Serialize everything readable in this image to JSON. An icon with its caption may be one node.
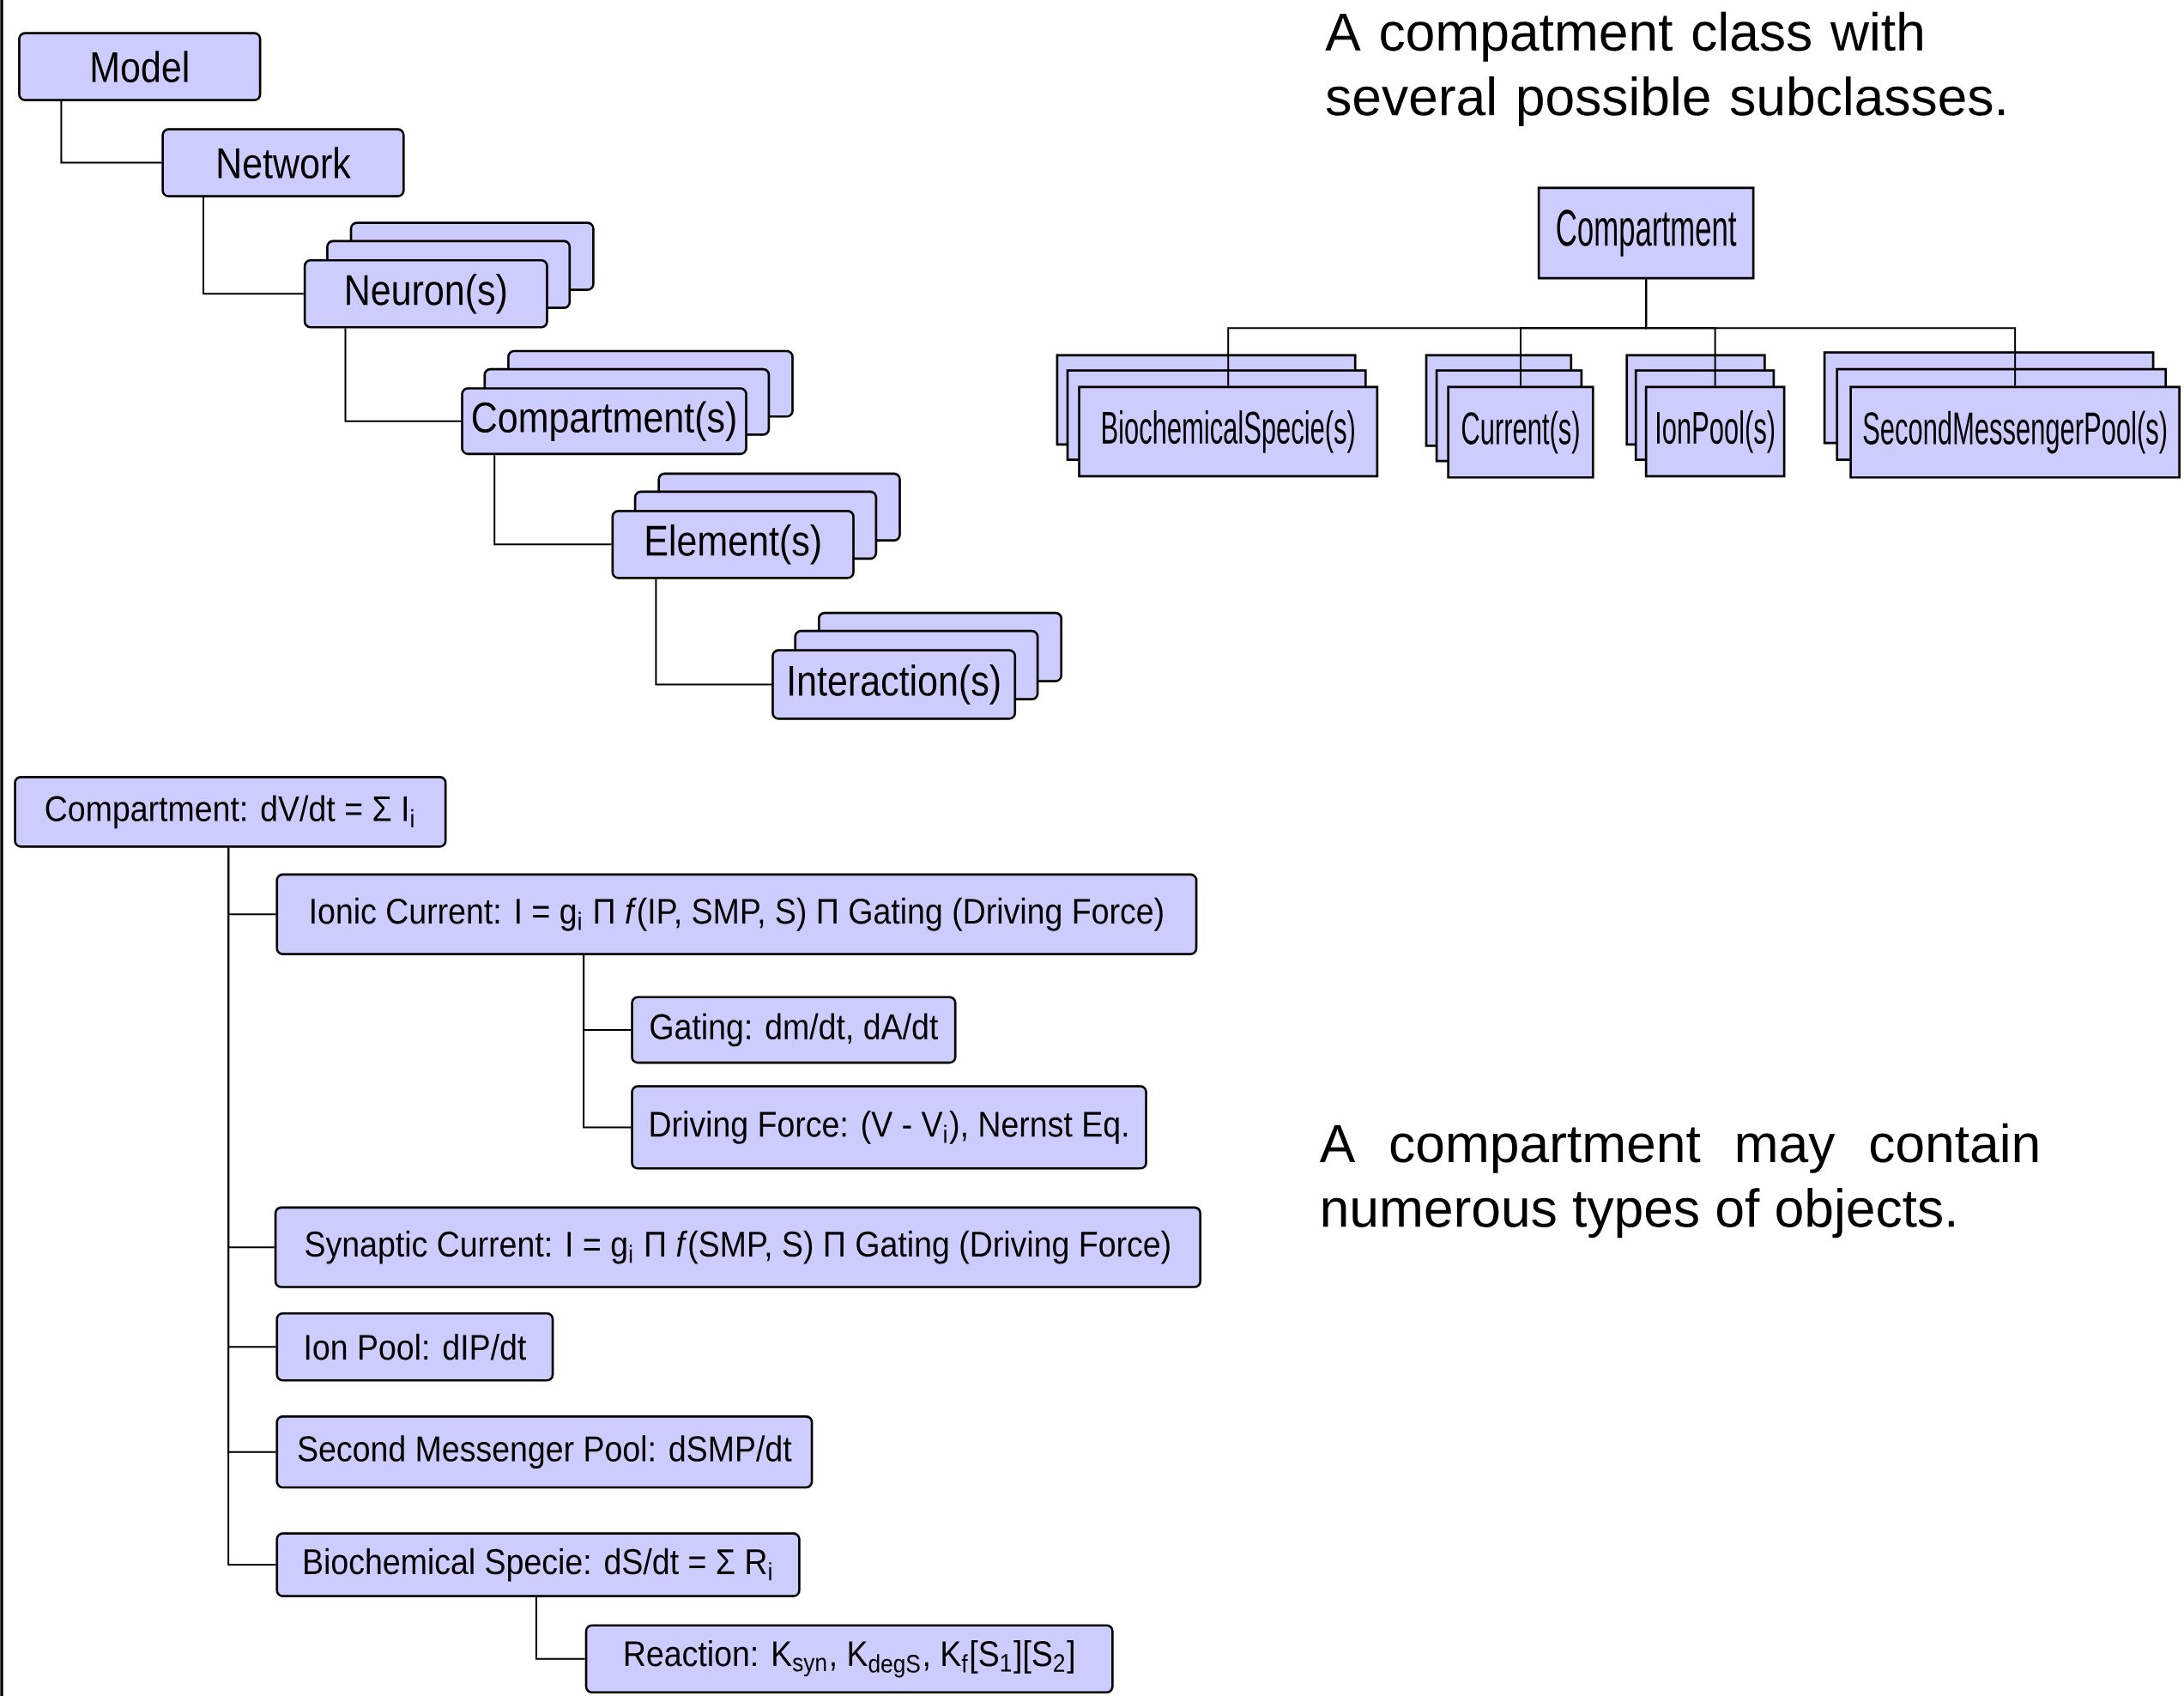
{
  "diagram": {
    "nodes": [
      {
        "text": [
          "Model"
        ]
      },
      {
        "text": [
          "Network"
        ]
      },
      {
        "text": [
          "Neuron(s)"
        ]
      },
      {
        "text": [
          "Compartment(s)"
        ]
      },
      {
        "text": [
          "Element(s)"
        ]
      },
      {
        "text": [
          "Interaction(s)"
        ]
      },
      {
        "text": [
          "Compartment"
        ]
      },
      {
        "text": [
          "BiochemicalSpecie(s)"
        ]
      },
      {
        "text": [
          "Current(s)"
        ]
      },
      {
        "text": [
          "IonPool(s)"
        ]
      },
      {
        "text": [
          "SecondMessengerPool(s)"
        ]
      },
      {
        "text": [
          "Compartment: dV/dt = Σ I$_{i}$"
        ]
      },
      {
        "text": [
          "Ionic Current: I = g$_{i}$  Π *f*(IP, SMP, S)  Π Gating (Driving Force)"
        ]
      },
      {
        "text": [
          "Gating: dm/dt, dA/dt"
        ]
      },
      {
        "text": [
          "Driving Force: (V - V$_{i}$), Nernst Eq."
        ]
      },
      {
        "text": [
          "Synaptic Current: I = g$_{i}$  Π *f*(SMP, S)  Π Gating (Driving Force)"
        ]
      },
      {
        "text": [
          "Ion Pool: dIP/dt"
        ]
      },
      {
        "text": [
          "Second Messenger Pool: dSMP/dt"
        ]
      },
      {
        "text": [
          "Biochemical Specie: dS/dt = Σ R$_{i}$"
        ]
      },
      {
        "text": [
          "Reaction: K$_{syn}$, K$_{degS}$, K$_{f}$[S$_{1}$][S$_{2}$]"
        ]
      }
    ],
    "edges": [
      {
        "from": 0,
        "to": 1,
        "arrow": "none"
      },
      {
        "from": 1,
        "to": 2,
        "arrow": "none"
      },
      {
        "from": 2,
        "to": 3,
        "arrow": "none"
      },
      {
        "from": 3,
        "to": 4,
        "arrow": "none"
      },
      {
        "from": 4,
        "to": 5,
        "arrow": "none"
      },
      {
        "from": 6,
        "to": 7,
        "arrow": "none"
      },
      {
        "from": 6,
        "to": 8,
        "arrow": "none"
      },
      {
        "from": 6,
        "to": 9,
        "arrow": "none"
      },
      {
        "from": 6,
        "to": 10,
        "arrow": "none"
      },
      {
        "from": 11,
        "to": 12,
        "arrow": "none"
      },
      {
        "from": 12,
        "to": 13,
        "arrow": "none"
      },
      {
        "from": 12,
        "to": 14,
        "arrow": "none"
      },
      {
        "from": 11,
        "to": 15,
        "arrow": "none"
      },
      {
        "from": 11,
        "to": 16,
        "arrow": "none"
      },
      {
        "from": 11,
        "to": 17,
        "arrow": "none"
      },
      {
        "from": 11,
        "to": 18,
        "arrow": "none"
      },
      {
        "from": 18,
        "to": 19,
        "arrow": "none"
      }
    ],
    "labels": [
      "A compatment class with several possible subclasses.",
      "A compartment may contain numerous types of objects."
    ]
  }
}
